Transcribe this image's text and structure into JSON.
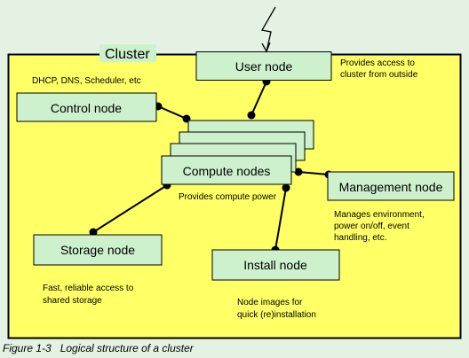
{
  "cluster": {
    "title": "Cluster"
  },
  "nodes": {
    "user": {
      "label": "User node",
      "note": [
        "Provides access to",
        "cluster from outside"
      ]
    },
    "control": {
      "label": "Control node",
      "note": [
        "DHCP, DNS, Scheduler, etc"
      ]
    },
    "compute": {
      "label": "Compute nodes",
      "note": [
        "Provides compute power"
      ]
    },
    "management": {
      "label": "Management node",
      "note": [
        "Manages environment,",
        "power on/off, event",
        "handling, etc."
      ]
    },
    "storage": {
      "label": "Storage node",
      "note": [
        "Fast, reliable access to",
        "shared storage"
      ]
    },
    "install": {
      "label": "Install node",
      "note": [
        "Node images for",
        "quick (re)installation"
      ]
    }
  },
  "caption": "Figure 1-3   Logical structure of a cluster",
  "colors": {
    "background": "#e4f2e4",
    "cluster_fill": "#ffff66",
    "node_fill": "#cdf0cd",
    "line": "#000000"
  }
}
